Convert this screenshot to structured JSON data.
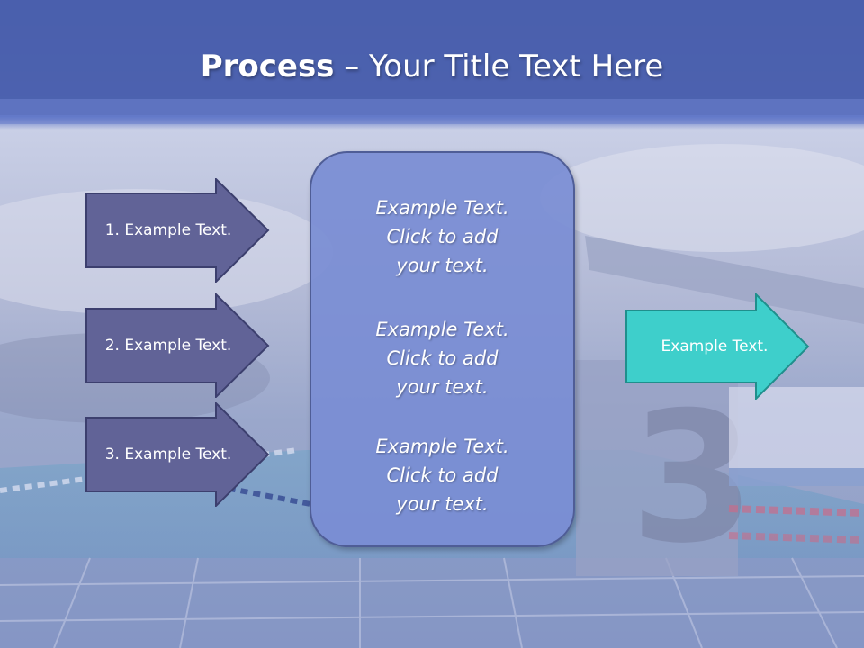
{
  "slide": {
    "title_bold": "Process",
    "title_rest": " – Your Title Text Here",
    "steps": [
      {
        "label": "1. Example Text."
      },
      {
        "label": "2. Example Text."
      },
      {
        "label": "3. Example Text."
      }
    ],
    "center_blocks": [
      {
        "line1": "Example Text.",
        "line2": "Click  to add",
        "line3": "your text."
      },
      {
        "line1": "Example Text.",
        "line2": "Click  to add",
        "line3": "your text."
      },
      {
        "line1": "Example Text.",
        "line2": "Click  to add",
        "line3": "your text."
      }
    ],
    "output": {
      "label": "Example Text."
    }
  },
  "colors": {
    "title_band": "#4f64ad",
    "step_arrow": "#616397",
    "center_box": "#798dd4",
    "output_arrow": "#3ecfcb"
  }
}
